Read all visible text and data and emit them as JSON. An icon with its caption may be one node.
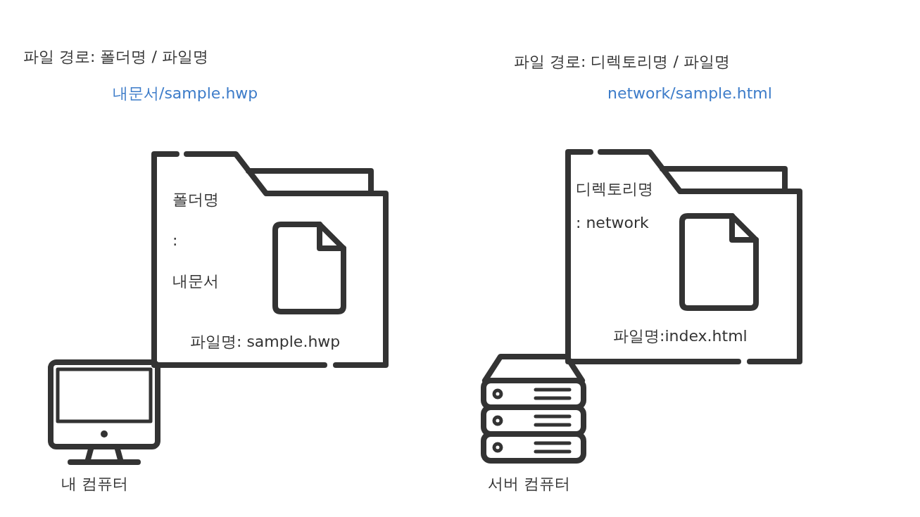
{
  "diagram": {
    "nodes": [
      {
        "text": [
          "폴더명 : 내문서",
          "파일명: sample.hwp"
        ]
      },
      {
        "text": [
          "디렉토리명 : network",
          "파일명:index.html"
        ]
      }
    ],
    "labels": [
      "파일 경로: 폴더명 / 파일명",
      "내문서/sample.hwp",
      "파일 경로: 디렉토리명 / 파일명",
      "network/sample.html",
      "내 컴퓨터",
      "서버 컴퓨터"
    ]
  }
}
